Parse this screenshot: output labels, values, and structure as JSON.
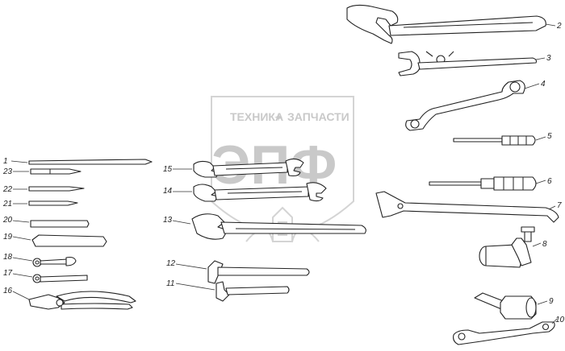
{
  "watermark": {
    "top_text_left": "ТЕХНИКА",
    "top_text_right": "ЗАПЧАСТИ",
    "big_letters": "ЭПФ",
    "color": "#c9c9c9"
  },
  "callouts": {
    "n1": "1",
    "n2": "2",
    "n3": "3",
    "n4": "4",
    "n5": "5",
    "n6": "6",
    "n7": "7",
    "n8": "8",
    "n9": "9",
    "n10": "10",
    "n11": "11",
    "n12": "12",
    "n13": "13",
    "n14": "14",
    "n15": "15",
    "n16": "16",
    "n17": "17",
    "n18": "18",
    "n19": "19",
    "n20": "20",
    "n21": "21",
    "n22": "22",
    "n23": "23"
  }
}
